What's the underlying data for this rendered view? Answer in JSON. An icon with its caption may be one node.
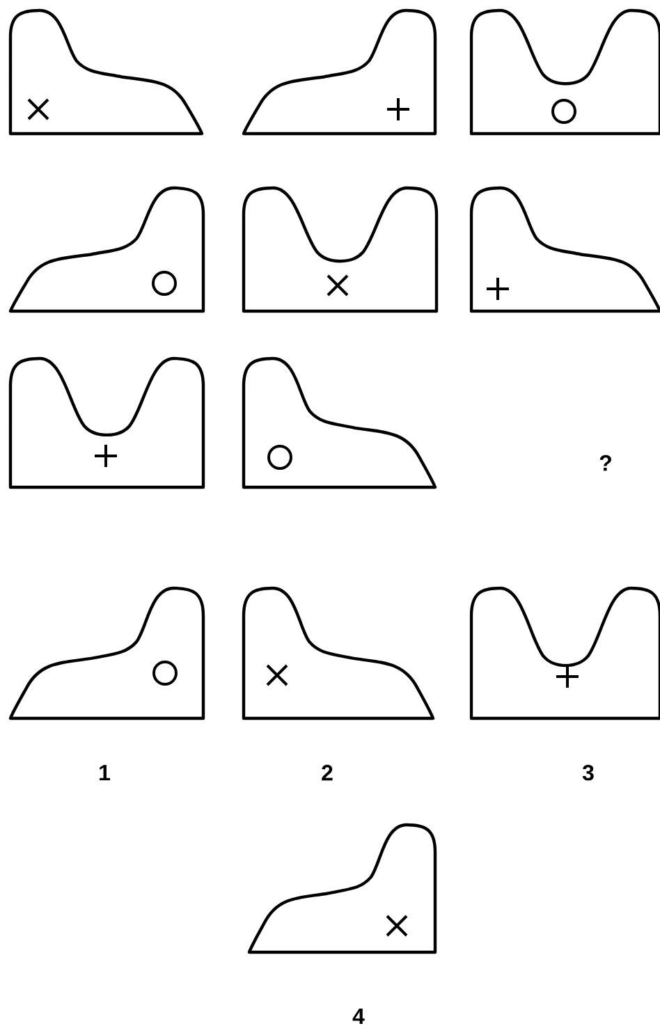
{
  "diagram": {
    "labels": [
      "?",
      "1",
      "2",
      "3",
      "4"
    ]
  }
}
